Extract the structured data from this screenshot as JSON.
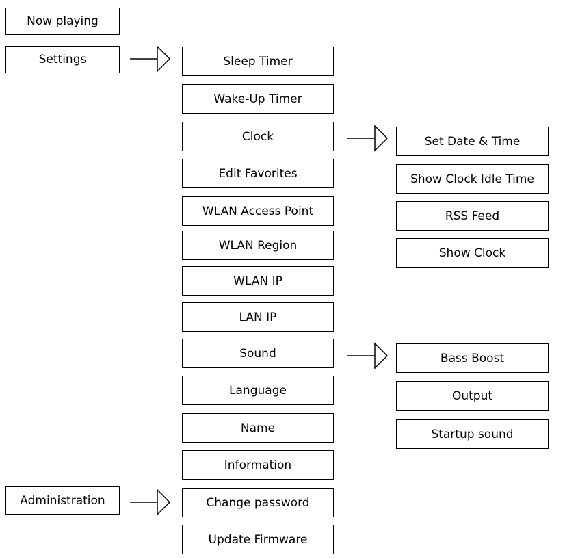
{
  "main_menu": {
    "now_playing": "Now playing",
    "settings": "Settings",
    "administration": "Administration"
  },
  "settings_menu": [
    "Sleep Timer",
    "Wake-Up Timer",
    "Clock",
    "Edit Favorites",
    "WLAN Access Point",
    "WLAN Region",
    "WLAN IP",
    "LAN IP",
    "Sound",
    "Language",
    "Name",
    "Information"
  ],
  "administration_menu": [
    "Change password",
    "Update Firmware"
  ],
  "clock_menu": [
    "Set Date & Time",
    "Show Clock Idle Time",
    "RSS Feed",
    "Show Clock"
  ],
  "sound_menu": [
    "Bass Boost",
    "Output",
    "Startup sound"
  ]
}
